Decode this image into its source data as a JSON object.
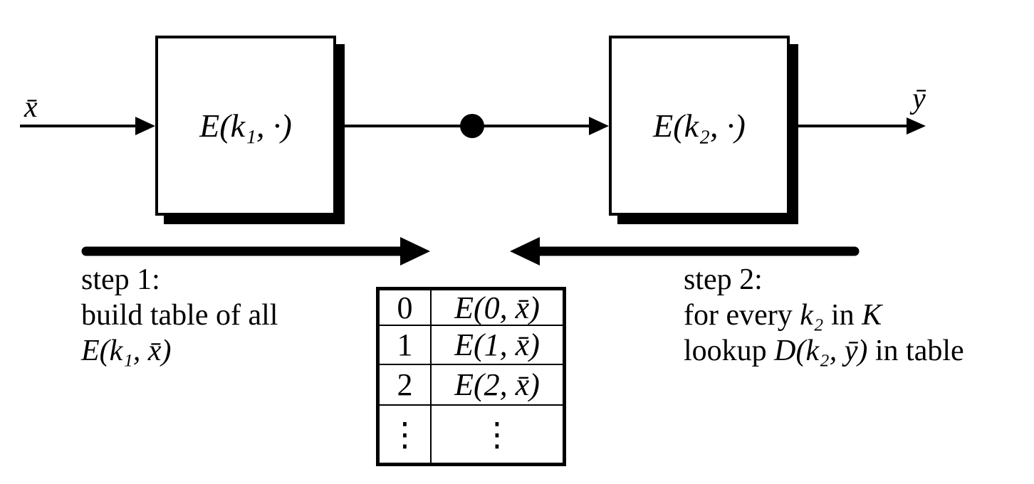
{
  "colors": {
    "ink": "#000000",
    "background": "#ffffff"
  },
  "flow": {
    "input_label": "x̄",
    "output_label": "ȳ",
    "box1_label": "E(k₁, ·)",
    "box2_label": "E(k₂, ·)"
  },
  "step1": {
    "line1": "step 1:",
    "line2": "build table of all",
    "line3": "E(k₁, x̄)"
  },
  "step2": {
    "line1": "step 2:",
    "line2": [
      "for every ",
      "k₂",
      " in ",
      "K"
    ],
    "line3": [
      "lookup ",
      "D(k₂, ȳ)",
      " in table"
    ]
  },
  "table": {
    "rows": [
      {
        "key": "0",
        "value": "E(0, x̄)"
      },
      {
        "key": "1",
        "value": "E(1, x̄)"
      },
      {
        "key": "2",
        "value": "E(2, x̄)"
      },
      {
        "key": "⋮",
        "value": "⋮"
      }
    ]
  }
}
